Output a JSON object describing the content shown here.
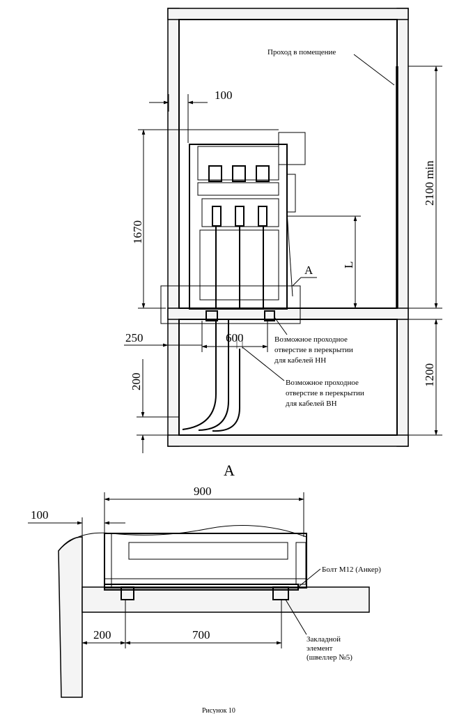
{
  "labels": {
    "passage": "Проход в помещение",
    "hole_lv_1": "Возможное проходное",
    "hole_lv_2": "отверстие в перекрытии",
    "hole_lv_3": "для кабелей НН",
    "hole_hv_1": "Возможное проходное",
    "hole_hv_2": "отверстие в перекрытии",
    "hole_hv_3": "для кабелей ВН",
    "section_marker": "А",
    "section_title": "А",
    "bolt": "Болт М12 (Анкер)",
    "embed_1": "Закладной",
    "embed_2": "элемент",
    "embed_3": "(швеллер №5)",
    "caption": "Рисунок 10"
  },
  "dimensions": {
    "d100_top": "100",
    "d1670": "1670",
    "d2100": "2100 min",
    "dL": "L",
    "d250": "250",
    "d600": "600",
    "d200_left": "200",
    "d1200": "1200",
    "d900": "900",
    "d100_bottom": "100",
    "d200_bottom": "200",
    "d700": "700"
  }
}
